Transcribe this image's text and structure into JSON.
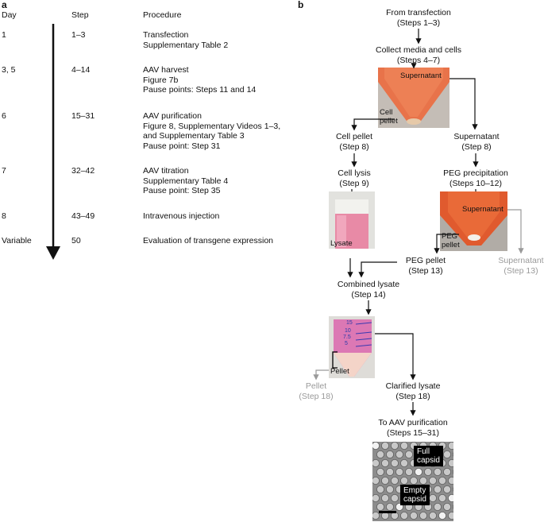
{
  "panel_a": {
    "label": "a",
    "headers": {
      "day": "Day",
      "step": "Step",
      "procedure": "Procedure"
    },
    "rows": [
      {
        "day": "1",
        "step": "1–3",
        "procedure": [
          "Transfection",
          "Supplementary Table 2"
        ]
      },
      {
        "day": "3, 5",
        "step": "4–14",
        "procedure": [
          "AAV harvest",
          "Figure 7b",
          "Pause points: Steps 11 and 14"
        ]
      },
      {
        "day": "6",
        "step": "15–31",
        "procedure": [
          "AAV purification",
          "Figure 8, Supplementary Videos 1–3,",
          "and Supplementary Table 3",
          "Pause point: Step 31"
        ]
      },
      {
        "day": "7",
        "step": "32–42",
        "procedure": [
          "AAV titration",
          "Supplementary Table 4",
          "Pause point: Step 35"
        ]
      },
      {
        "day": "8",
        "step": "43–49",
        "procedure": [
          "Intravenous injection"
        ]
      },
      {
        "day": "Variable",
        "step": "50",
        "procedure": [
          "Evaluation of transgene expression"
        ]
      }
    ]
  },
  "panel_b": {
    "label": "b",
    "from_transfection": [
      "From transfection",
      "(Steps 1–3)"
    ],
    "collect": [
      "Collect media and cells",
      "(Steps 4–7)"
    ],
    "photo1": {
      "supernatant": "Supernatant",
      "cell_pellet": [
        "Cell",
        "pellet"
      ]
    },
    "cell_pellet": [
      "Cell pellet",
      "(Step 8)"
    ],
    "supernatant": [
      "Supernatant",
      "(Step 8)"
    ],
    "cell_lysis": [
      "Cell lysis",
      "(Step 9)"
    ],
    "peg_precip": [
      "PEG precipitation",
      "(Steps 10–12)"
    ],
    "photo2": {
      "lysate": "Lysate"
    },
    "photo3": {
      "supernatant": "Supernatant",
      "peg_pellet": [
        "PEG",
        "pellet"
      ]
    },
    "peg_pellet": [
      "PEG pellet",
      "(Step 13)"
    ],
    "supernatant_discard": [
      "Supernatant",
      "(Step 13)"
    ],
    "combined_lysate": [
      "Combined lysate",
      "(Step 14)"
    ],
    "photo4": {
      "marks": [
        "15",
        "10",
        "7.5",
        "5"
      ],
      "pellet": "Pellet"
    },
    "pellet_discard": [
      "Pellet",
      "(Step 18)"
    ],
    "clarified": [
      "Clarified lysate",
      "(Step 18)"
    ],
    "to_purification": [
      "To AAV purification",
      "(Steps 15–31)"
    ],
    "em": {
      "full": [
        "Full",
        "capsid"
      ],
      "empty": [
        "Empty",
        "capsid"
      ]
    }
  },
  "colors": {
    "gray_text": "#9a9a9a",
    "tube_orange": "#e8734a",
    "lysate_pink": "#e88aa6"
  }
}
